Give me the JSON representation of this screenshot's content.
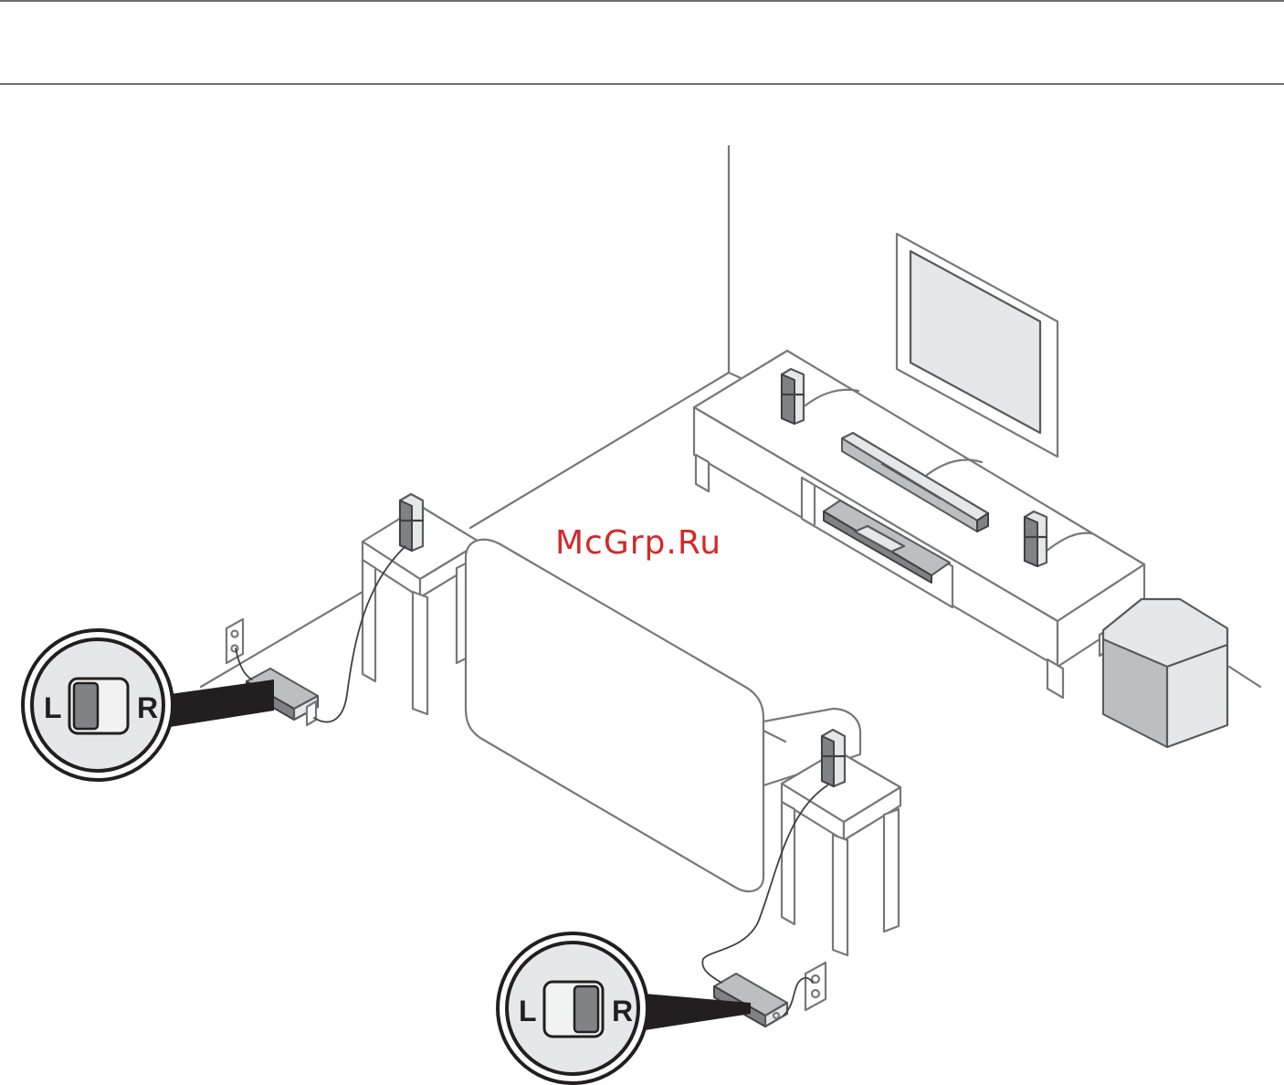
{
  "watermark": "McGrp.Ru",
  "callouts": [
    {
      "left_label": "L",
      "right_label": "R",
      "selected": "L"
    },
    {
      "left_label": "L",
      "right_label": "R",
      "selected": "R"
    }
  ],
  "colors": {
    "line": "#77787b",
    "light_fill": "#e6e7e8",
    "medium_fill": "#bcbec0",
    "dark_fill": "#808285",
    "watermark": "#d62828"
  }
}
